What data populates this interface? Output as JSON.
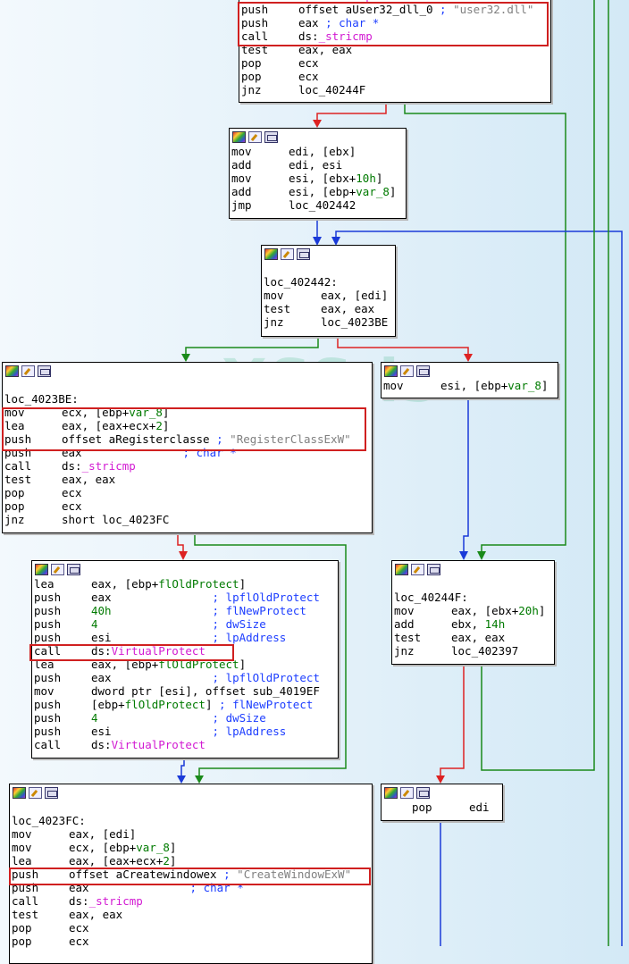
{
  "watermark": "XSS.is",
  "colors": {
    "true_edge": "#1a8a1a",
    "false_edge": "#dd2222",
    "uncond_edge": "#1a3ad8",
    "highlight": "#d02020"
  },
  "nodes": {
    "n1": {
      "lines": [
        {
          "op": "call",
          "arg": "ds:_stricmp"
        },
        {
          "op": "push",
          "arg": "offset aUser32_dll_0",
          "comment": "; \"user32.dll\""
        },
        {
          "op": "push",
          "arg": "eax",
          "comment": "; char *"
        },
        {
          "op": "call",
          "arg": "ds:_stricmp"
        },
        {
          "op": "test",
          "arg": "eax, eax"
        },
        {
          "op": "pop",
          "arg": "ecx"
        },
        {
          "op": "pop",
          "arg": "ecx"
        },
        {
          "op": "jnz",
          "arg": "loc_40244F"
        }
      ]
    },
    "n2": {
      "lines": [
        {
          "op": "mov",
          "arg": "edi, [ebx]"
        },
        {
          "op": "add",
          "arg": "edi, esi"
        },
        {
          "op": "mov",
          "arg": "esi, [ebx+10h]"
        },
        {
          "op": "add",
          "arg": "esi, [ebp+var_8]"
        },
        {
          "op": "jmp",
          "arg": "loc_402442"
        }
      ]
    },
    "n3": {
      "lines": [
        {
          "label": ""
        },
        {
          "label": "loc_402442:"
        },
        {
          "op": "mov",
          "arg": "eax, [edi]"
        },
        {
          "op": "test",
          "arg": "eax, eax"
        },
        {
          "op": "jnz",
          "arg": "loc_4023BE"
        }
      ]
    },
    "n4": {
      "lines": [
        {
          "label": ""
        },
        {
          "label": "loc_4023BE:"
        },
        {
          "op": "mov",
          "arg": "ecx, [ebp+var_8]"
        },
        {
          "op": "lea",
          "arg": "eax, [eax+ecx+2]"
        },
        {
          "op": "push",
          "arg": "offset aRegisterclasse",
          "comment": "; \"RegisterClassExW\""
        },
        {
          "op": "push",
          "arg": "eax",
          "comment": "; char *"
        },
        {
          "op": "call",
          "arg": "ds:_stricmp"
        },
        {
          "op": "test",
          "arg": "eax, eax"
        },
        {
          "op": "pop",
          "arg": "ecx"
        },
        {
          "op": "pop",
          "arg": "ecx"
        },
        {
          "op": "jnz",
          "arg": "short loc_4023FC"
        }
      ]
    },
    "n5": {
      "lines": [
        {
          "op": "mov",
          "arg": "esi, [ebp+var_8]"
        }
      ]
    },
    "n6": {
      "lines": [
        {
          "op": "lea",
          "arg": "eax, [ebp+flOldProtect]"
        },
        {
          "op": "push",
          "arg": "eax",
          "comment": "; lpflOldProtect"
        },
        {
          "op": "push",
          "arg": "40h",
          "comment": "; flNewProtect"
        },
        {
          "op": "push",
          "arg": "4",
          "comment": "; dwSize"
        },
        {
          "op": "push",
          "arg": "esi",
          "comment": "; lpAddress"
        },
        {
          "op": "call",
          "arg": "ds:VirtualProtect"
        },
        {
          "op": "lea",
          "arg": "eax, [ebp+flOldProtect]"
        },
        {
          "op": "push",
          "arg": "eax",
          "comment": "; lpflOldProtect"
        },
        {
          "op": "mov",
          "arg": "dword ptr [esi], offset sub_4019EF"
        },
        {
          "op": "push",
          "arg": "[ebp+flOldProtect]",
          "comment": "; flNewProtect"
        },
        {
          "op": "push",
          "arg": "4",
          "comment": "; dwSize"
        },
        {
          "op": "push",
          "arg": "esi",
          "comment": "; lpAddress"
        },
        {
          "op": "call",
          "arg": "ds:VirtualProtect"
        }
      ]
    },
    "n7": {
      "lines": [
        {
          "label": ""
        },
        {
          "label": "loc_40244F:"
        },
        {
          "op": "mov",
          "arg": "eax, [ebx+20h]"
        },
        {
          "op": "add",
          "arg": "ebx, 14h"
        },
        {
          "op": "test",
          "arg": "eax, eax"
        },
        {
          "op": "jnz",
          "arg": "loc_402397"
        }
      ]
    },
    "n8": {
      "lines": [
        {
          "label": ""
        },
        {
          "label": "loc_4023FC:"
        },
        {
          "op": "mov",
          "arg": "eax, [edi]"
        },
        {
          "op": "mov",
          "arg": "ecx, [ebp+var_8]"
        },
        {
          "op": "lea",
          "arg": "eax, [eax+ecx+2]"
        },
        {
          "op": "push",
          "arg": "offset aCreatewindowex",
          "comment": "; \"CreateWindowExW\""
        },
        {
          "op": "push",
          "arg": "eax",
          "comment": "; char *"
        },
        {
          "op": "call",
          "arg": "ds:_stricmp"
        },
        {
          "op": "test",
          "arg": "eax, eax"
        },
        {
          "op": "pop",
          "arg": "ecx"
        },
        {
          "op": "pop",
          "arg": "ecx"
        }
      ]
    },
    "n9": {
      "lines": [
        {
          "op": "pop",
          "arg": "edi"
        }
      ]
    }
  }
}
